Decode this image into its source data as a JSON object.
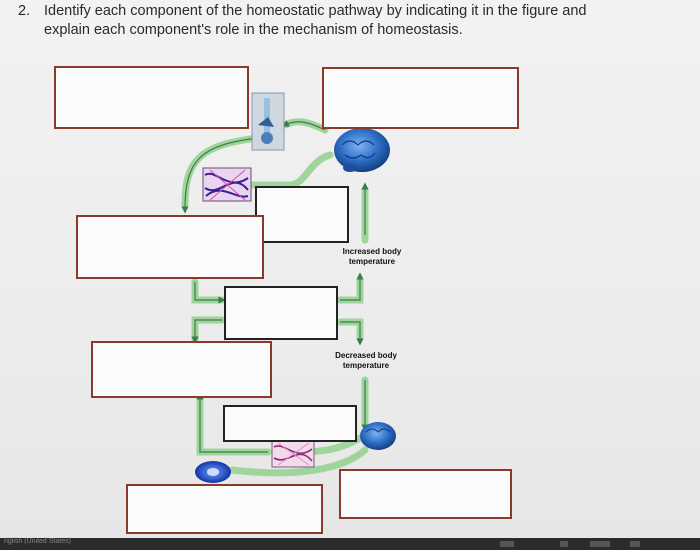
{
  "question": {
    "number": "2.",
    "line1": "Identify each component of the homeostatic pathway by indicating it in the figure and",
    "line2": "explain each component's role in the mechanism of homeostasis."
  },
  "labels": {
    "increased": [
      "Increased body",
      "temperature"
    ],
    "decreased": [
      "Decreased body",
      "temperature"
    ]
  },
  "taskbar": {
    "language": "nglish (United States)"
  },
  "colors": {
    "arrow": "#9fd49a",
    "arrow_dark": "#3d7a4a",
    "box_border": "#8a3a2a",
    "brain": "#1f5fb5"
  }
}
